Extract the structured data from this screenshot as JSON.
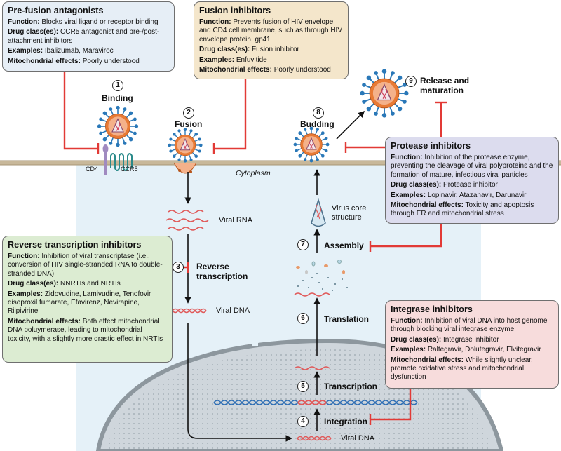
{
  "boxes": {
    "pre": {
      "title": "Pre-fusion antagonists",
      "function_label": "Function:",
      "function_text": "Blocks viral ligand or receptor binding",
      "drug_label": "Drug class(es):",
      "drug_text": "CCR5 antagonist and pre-/post-attachment inhibitors",
      "examples_label": "Examples:",
      "examples_text": "Ibalizumab, Maraviroc",
      "mito_label": "Mitochondrial effects:",
      "mito_text": "Poorly understood"
    },
    "fusion": {
      "title": "Fusion inhibitors",
      "function_label": "Function:",
      "function_text": "Prevents fusion of HIV envelope and CD4 cell membrane, such as through HIV envelope protein, gp41",
      "drug_label": "Drug class(es):",
      "drug_text": "Fusion inhibitor",
      "examples_label": "Examples:",
      "examples_text": "Enfuvitide",
      "mito_label": "Mitochondrial effects:",
      "mito_text": "Poorly understood"
    },
    "protease": {
      "title": "Protease inhibitors",
      "function_label": "Function:",
      "function_text": "Inhibition of the protease enzyme, preventing the cleavage of viral polyproteins and the formation of mature, infectious viral particles",
      "drug_label": "Drug class(es):",
      "drug_text": "Protease inhibitor",
      "examples_label": "Examples:",
      "examples_text": "Lopinavir, Atazanavir, Darunavir",
      "mito_label": "Mitochondrial effects:",
      "mito_text": "Toxicity and apoptosis through ER and mitochondrial stress"
    },
    "rt": {
      "title": "Reverse transcription inhibitors",
      "function_label": "Function:",
      "function_text": "Inhibition of viral transcriptase (i.e., conversion of HIV single-stranded RNA to double-stranded DNA)",
      "drug_label": "Drug class(es):",
      "drug_text": "NNRTIs and NRTIs",
      "examples_label": "Examples:",
      "examples_text": "Zidovudine, Lamivudine, Tenofovir disoproxil fumarate, Efavirenz, Nevirapine, Rilpivirine",
      "mito_label": "Mitochondrial effects:",
      "mito_text": "Both effect mitochondrial DNA poluymerase, leading to mitochondrial toxicity, with a slightly more drastic effect in NRTIs"
    },
    "integrase": {
      "title": "Integrase inhibitors",
      "function_label": "Function:",
      "function_text": "Inhibition of viral DNA into host genome through blocking viral integrase enzyme",
      "drug_label": "Drug class(es):",
      "drug_text": "Integrase inhibitor",
      "examples_label": "Examples:",
      "examples_text": "Raltegravir, Dolutegravir, Elvitegravir",
      "mito_label": "Mitochondrial effects:",
      "mito_text": "While slightly unclear, promote oxidative stress and mitochondrial dysfunction"
    }
  },
  "steps": {
    "s1": {
      "num": "1",
      "label": "Binding"
    },
    "s2": {
      "num": "2",
      "label": "Fusion"
    },
    "s3": {
      "num": "3",
      "label": "Reverse transcription"
    },
    "s4": {
      "num": "4",
      "label": "Integration"
    },
    "s5": {
      "num": "5",
      "label": "Transcription"
    },
    "s6": {
      "num": "6",
      "label": "Translation"
    },
    "s7": {
      "num": "7",
      "label": "Assembly"
    },
    "s8": {
      "num": "8",
      "label": "Budding"
    },
    "s9": {
      "num": "9",
      "label": "Release and maturation"
    }
  },
  "labels": {
    "cd4": "CD4",
    "ccr5": "CCR5",
    "cytoplasm": "Cytoplasm",
    "viral_rna": "Viral RNA",
    "viral_dna_top": "Viral DNA",
    "viral_dna_bottom": "Viral DNA",
    "virus_core": "Virus core structure"
  },
  "colors": {
    "cytoplasm": "#e5f1f8",
    "membrane": "#c8b89a",
    "virus_orange": "#e87a35",
    "spike_blue": "#2a78b8",
    "rna_red": "#e05a5a",
    "inhibitor_red": "#e23a36",
    "dna_blue": "#2f6fb5",
    "nucleus": "#cfd6dc"
  }
}
